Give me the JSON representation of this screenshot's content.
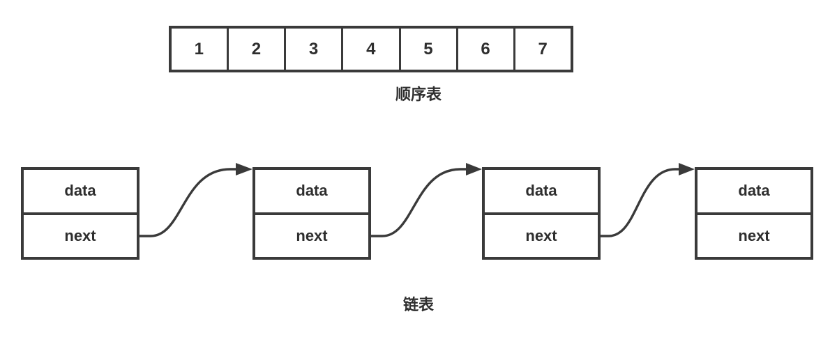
{
  "figure": {
    "title_semantics": "comparison of sequential list and linked list",
    "background_color": "#ffffff",
    "line_color": "#3a3a3a",
    "text_color": "#2e2e2e"
  },
  "array": {
    "caption": "顺序表",
    "cells": [
      {
        "value": "1"
      },
      {
        "value": "2"
      },
      {
        "value": "3"
      },
      {
        "value": "4"
      },
      {
        "value": "5"
      },
      {
        "value": "6"
      },
      {
        "value": "7"
      }
    ]
  },
  "linked_list": {
    "caption": "链表",
    "nodes": [
      {
        "data_label": "data",
        "next_label": "next"
      },
      {
        "data_label": "data",
        "next_label": "next"
      },
      {
        "data_label": "data",
        "next_label": "next"
      },
      {
        "data_label": "data",
        "next_label": "next"
      }
    ],
    "connectors": [
      {
        "from": "node-1",
        "to": "node-2",
        "icon": "curved-arrow-icon"
      },
      {
        "from": "node-2",
        "to": "node-3",
        "icon": "curved-arrow-icon"
      },
      {
        "from": "node-3",
        "to": "node-4",
        "icon": "curved-arrow-icon"
      }
    ]
  }
}
